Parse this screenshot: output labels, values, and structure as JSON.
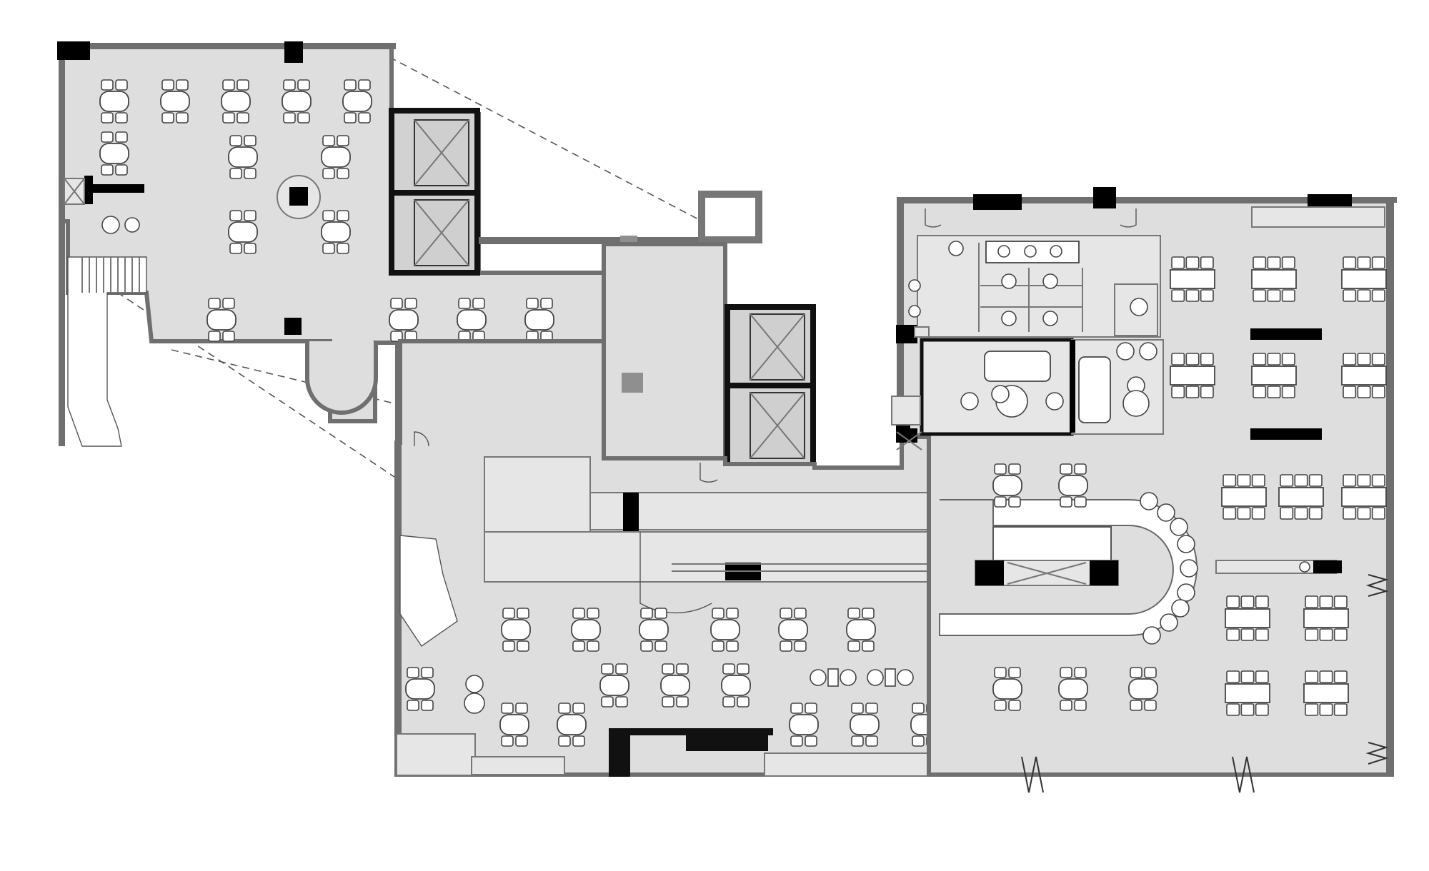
{
  "drawing": {
    "kind": "architectural floor plan",
    "colors": {
      "background": "#ffffff",
      "floor": "#dedede",
      "wall": "#6f6f6f",
      "pillar": "#000000",
      "furniture": "#ffffff",
      "outline": "#444444"
    }
  },
  "zones": [
    {
      "id": "upper-dining-zone"
    },
    {
      "id": "core-corridor-zone"
    },
    {
      "id": "lower-dining-zone"
    },
    {
      "id": "restroom-zone"
    },
    {
      "id": "private-room-zone"
    },
    {
      "id": "right-dining-zone"
    },
    {
      "id": "bar-counter-zone"
    }
  ],
  "icons": [
    "elevator-icon",
    "stair-icon",
    "door-swing-icon",
    "column-icon",
    "window-mark-icon"
  ]
}
